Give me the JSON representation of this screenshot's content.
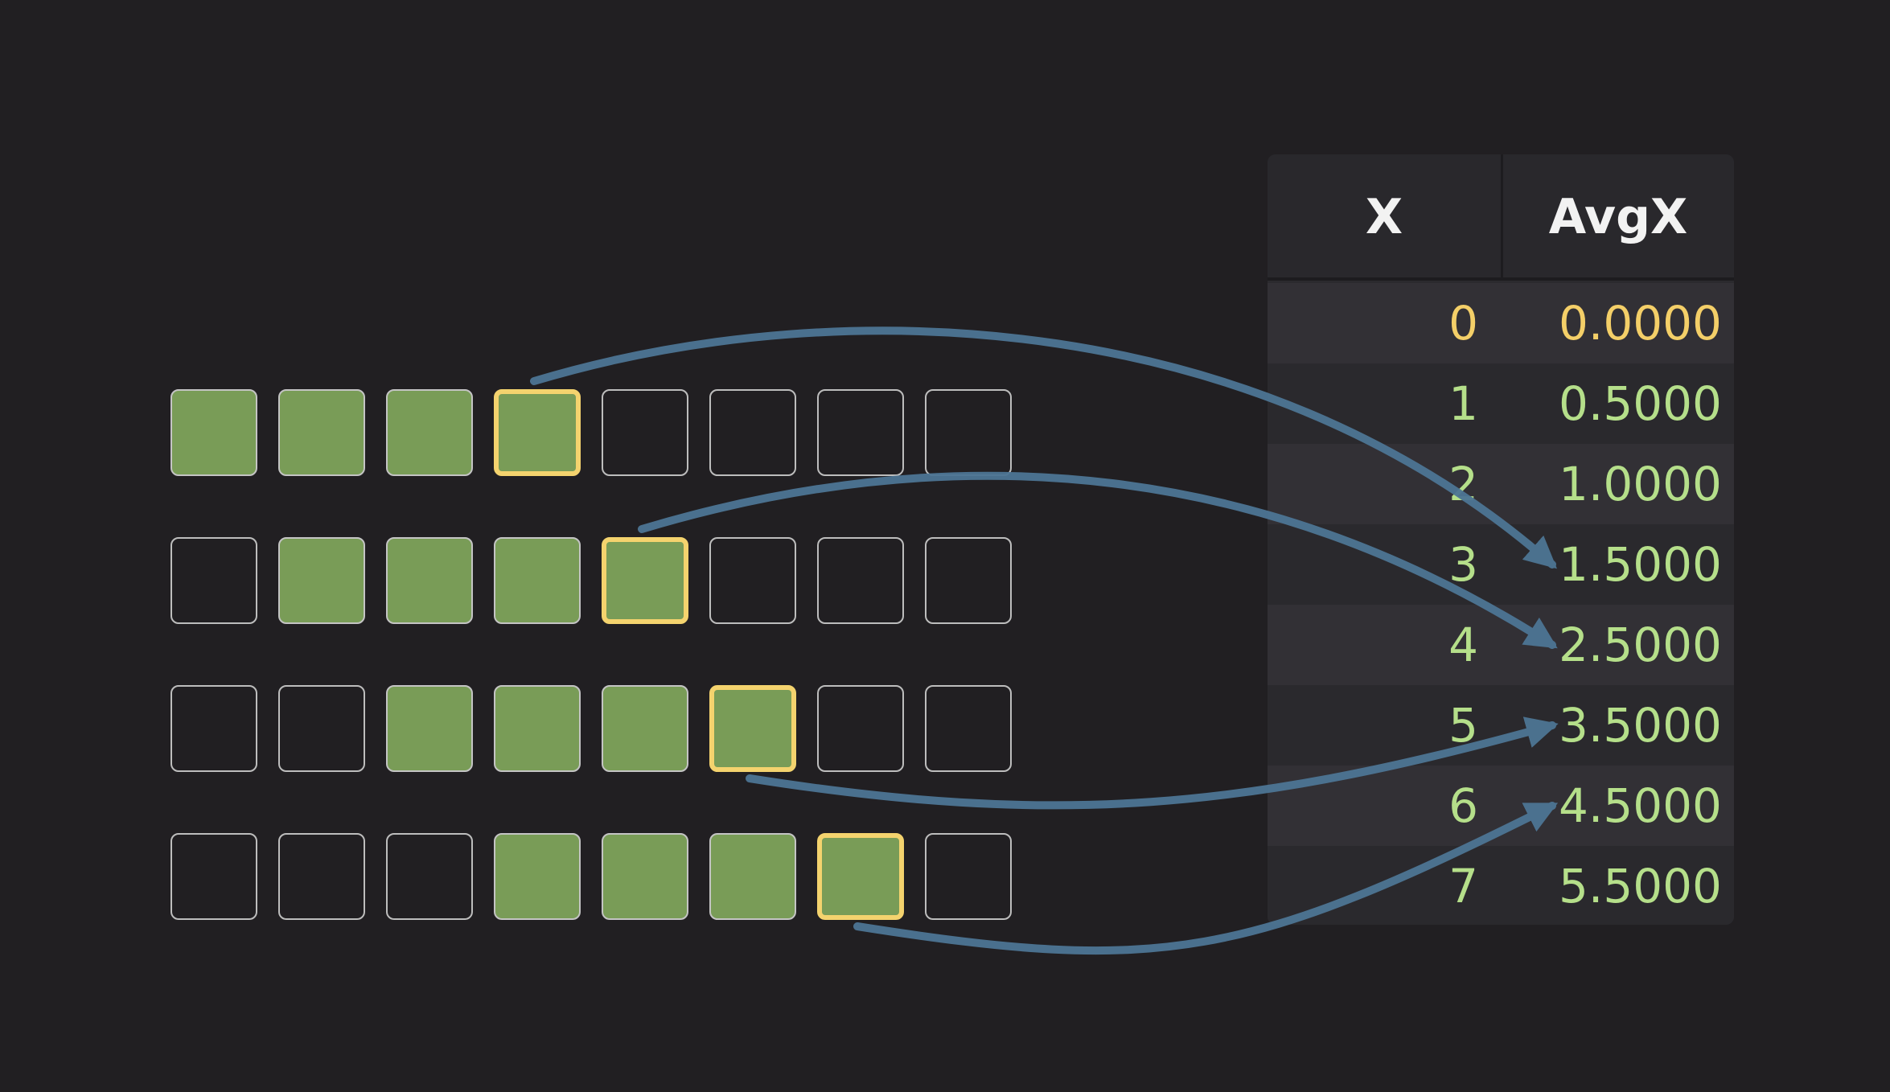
{
  "grid": {
    "rows": [
      {
        "filled": [
          0,
          1,
          2,
          3
        ],
        "current": 3
      },
      {
        "filled": [
          1,
          2,
          3,
          4
        ],
        "current": 4
      },
      {
        "filled": [
          2,
          3,
          4,
          5
        ],
        "current": 5
      },
      {
        "filled": [
          3,
          4,
          5,
          6
        ],
        "current": 6
      }
    ],
    "columns": 8
  },
  "table": {
    "headers": {
      "x": "X",
      "avg": "AvgX"
    },
    "rows": [
      {
        "x": "0",
        "avg": "0.0000"
      },
      {
        "x": "1",
        "avg": "0.5000"
      },
      {
        "x": "2",
        "avg": "1.0000"
      },
      {
        "x": "3",
        "avg": "1.5000"
      },
      {
        "x": "4",
        "avg": "2.5000"
      },
      {
        "x": "5",
        "avg": "3.5000"
      },
      {
        "x": "6",
        "avg": "4.5000"
      },
      {
        "x": "7",
        "avg": "5.5000"
      }
    ]
  },
  "arrows": [
    {
      "from_row": 0,
      "to_table_row": 3
    },
    {
      "from_row": 1,
      "to_table_row": 4
    },
    {
      "from_row": 2,
      "to_table_row": 5
    },
    {
      "from_row": 3,
      "to_table_row": 6
    }
  ],
  "colors": {
    "background": "#211f22",
    "filled_cell": "#799c57",
    "highlight": "#f4d36e",
    "arrow": "#4d7594",
    "value_text": "#b5df8a",
    "first_row_text": "#f4cf68"
  }
}
